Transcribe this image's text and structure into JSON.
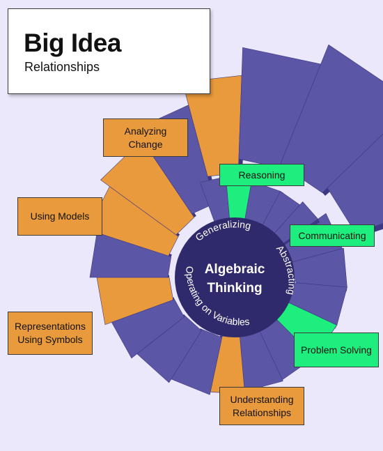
{
  "title": "Big Idea",
  "subtitle": "Relationships",
  "center": {
    "title_line1": "Algebraic",
    "title_line2": "Thinking",
    "ring_words": [
      "Generalizing",
      "Abstracting",
      "Operating on Variables"
    ]
  },
  "labels": {
    "analyzing_change": "Analyzing\nChange",
    "reasoning": "Reasoning",
    "communicating": "Communicating",
    "using_models": "Using Models",
    "representations": "Representations\nUsing Symbols",
    "problem_solving": "Problem Solving",
    "understanding_relationships": "Understanding\nRelationships"
  },
  "colors": {
    "background": "#ece8fb",
    "step": "#5b57a6",
    "step_light": "#6e6ab9",
    "step_dark": "#3c3884",
    "orange": "#e89a3c",
    "green": "#1dee7e",
    "center": "#2f2a6b"
  }
}
